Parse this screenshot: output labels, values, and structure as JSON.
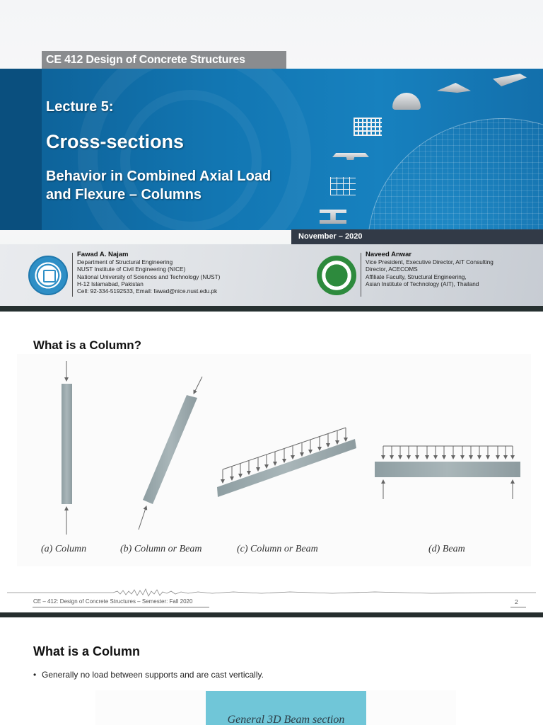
{
  "slide1": {
    "course_tab": "CE 412 Design of Concrete Structures",
    "lecture": "Lecture 5:",
    "title": "Cross-sections",
    "subtitle_line1": "Behavior in Combined Axial Load",
    "subtitle_line2": "and Flexure – Columns",
    "date": "November – 2020",
    "banner_icons": [
      "dome-shell-icon",
      "hypar-roof-icon",
      "barrel-roof-icon",
      "building-frame-icon",
      "bridge-deck-icon",
      "portal-frame-icon",
      "i-beam-icon",
      "wireframe-globe-icon"
    ],
    "authors": [
      {
        "logo": "nust-logo",
        "name": "Fawad A. Najam",
        "lines": [
          "Department of Structural Engineering",
          "NUST Institute of Civil Engineering (NICE)",
          "National University of Sciences and Technology (NUST)",
          "H-12 Islamabad, Pakistan",
          "Cell: 92-334-5192533, Email: fawad@nice.nust.edu.pk"
        ]
      },
      {
        "logo": "ait-logo",
        "name": "Naveed Anwar",
        "lines": [
          "Vice President, Executive Director, AIT Consulting",
          "Director, ACECOMS",
          "Affiliate Faculty, Structural Engineering,",
          "Asian Institute of Technology (AIT), Thailand"
        ]
      }
    ],
    "colors": {
      "banner": "#1276b2",
      "course_tab": "#8a8c8f",
      "date_bar": "#323a47"
    }
  },
  "slide2": {
    "title": "What is a Column?",
    "captions": [
      "(a) Column",
      "(b) Column or Beam",
      "(c) Column or Beam",
      "(d) Beam"
    ],
    "footer": "CE – 412: Design of Concrete Structures – Semester: Fall 2020",
    "page_number": "2"
  },
  "slide3": {
    "title": "What is a Column",
    "bullets": [
      "Generally no load between supports and are cast vertically."
    ],
    "figure_label": "General 3D Beam section",
    "colors": {
      "figure_box": "#70c6d8"
    }
  }
}
